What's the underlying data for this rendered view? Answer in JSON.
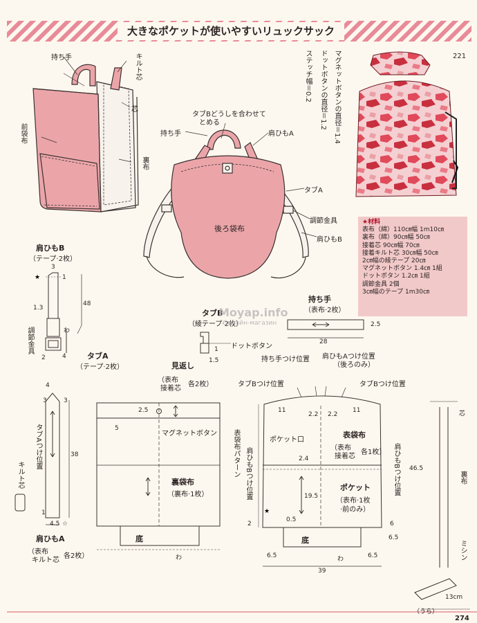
{
  "title": "大きなポケットが使いやすいリュックサック",
  "page_number_top": "221",
  "page_number_bottom": "274",
  "watermark": "Moyap.info",
  "watermark_sub": "Онлайн-магазин",
  "specs": {
    "line1": "マグネットボタンの直径＝1.4",
    "line2": "ドットボタンの直径＝1.2",
    "line3": "ステッチ幅＝0.2"
  },
  "materials": {
    "heading": "★材料",
    "items": [
      "表布（綿）110㎝幅 1m10㎝",
      "裏布（綿）90㎝幅 50㎝",
      "接着芯 90㎝幅 70㎝",
      "接着キルト芯 30㎝幅 50㎝",
      "2㎝幅の綾テープ 20㎝",
      "マグネットボタン 1.4㎝ 1組",
      "ドットボタン 1.2㎝ 1組",
      "調節金具 2個",
      "3㎝幅のテープ 1m30㎝"
    ]
  },
  "illustration_front": {
    "mochite": "持ち手",
    "kiruto_shin": "キルト芯",
    "shin": "芯",
    "mae_fukuro": "前袋布",
    "ura": "裏布"
  },
  "illustration_back": {
    "tabb_note_1": "タブBどうしを合わせて",
    "tabb_note_2": "とめる",
    "mochite": "持ち手",
    "katahimo_a": "肩ひもA",
    "tab_a": "タブA",
    "chousetsu": "調節金具",
    "katahimo_b": "肩ひもB",
    "ushiro_fukuro": "後ろ袋布"
  },
  "katahimo_b": {
    "title": "肩ひもB",
    "sub": "（テープ·2枚）",
    "w3": "3",
    "d1": "1",
    "d48": "48",
    "d13": "1.3",
    "wa": "わ",
    "chousetsu": "調節金具",
    "d2": "2",
    "d4": "4"
  },
  "tab_a": {
    "title": "タブA",
    "sub": "（テープ·2枚）"
  },
  "tab_b": {
    "title": "タブB",
    "sub": "（綾テープ·2枚）",
    "dot": "ドットボタン",
    "d1": "1",
    "d15": "1.5"
  },
  "mochite_piece": {
    "title": "持ち手",
    "sub": "（表布·2枚）",
    "d25": "2.5",
    "d28": "28"
  },
  "katahimo_a": {
    "d4": "4",
    "d3a": "3",
    "d3b": "3",
    "tab_pos": "タブAつけ位置",
    "kiruto": "キルト芯",
    "d38": "38",
    "d1": "1",
    "d45": "4.5",
    "title": "肩ひもA",
    "sub1": "（表布",
    "sub2": "キルト芯",
    "count": "各2枚）"
  },
  "lining": {
    "mikaeshi": "見返し",
    "mk_sub1": "（表布",
    "mk_sub2": "接着芯",
    "mk_count": "各2枚）",
    "d25": "2.5",
    "d5": "5",
    "magnet": "マグネットボタン",
    "pattern": "表袋布パターン",
    "name": "裏袋布",
    "sub": "（裏布·1枚）",
    "bottom": "底",
    "wa": "わ"
  },
  "outer": {
    "mochite_pos": "持ち手つけ位置",
    "katahimo_a_pos": "肩ひもAつけ位置",
    "ushiro_only": "（後ろのみ）",
    "tabb_left": "タブBつけ位置",
    "tabb_right": "タブBつけ位置",
    "d11a": "11",
    "d22a": "2.2",
    "d22b": "2.2",
    "d11b": "11",
    "pocket_mouth": "ポケット口",
    "name": "表袋布",
    "name_sub1": "（表布",
    "name_sub2": "接着芯",
    "name_count": "各1枚）",
    "katahimo_b_left": "肩ひもBつけ位置",
    "katahimo_b_right": "肩ひもBつけ位置",
    "d24": "2.4",
    "pocket": "ポケット",
    "pocket_sub1": "（表布·1枚",
    "pocket_sub2": "·前のみ）",
    "d195": "19.5",
    "d2": "2",
    "d05": "0.5",
    "d6": "6",
    "d65r": "6.5",
    "bottom": "底",
    "d65l": "6.5",
    "wa": "わ",
    "d65b": "6.5",
    "d39": "39"
  },
  "side_detail": {
    "shin": "芯",
    "d465": "46.5",
    "ura": "裏布",
    "mishin": "ミシン",
    "d13": "13cm",
    "ura_paren": "（うら）"
  },
  "colors": {
    "fabric": "#eba5a9",
    "fabric_dark": "#d98990",
    "lining": "#f7f3ec",
    "materials_bg": "#f2c9c9",
    "line": "#3a3030"
  }
}
